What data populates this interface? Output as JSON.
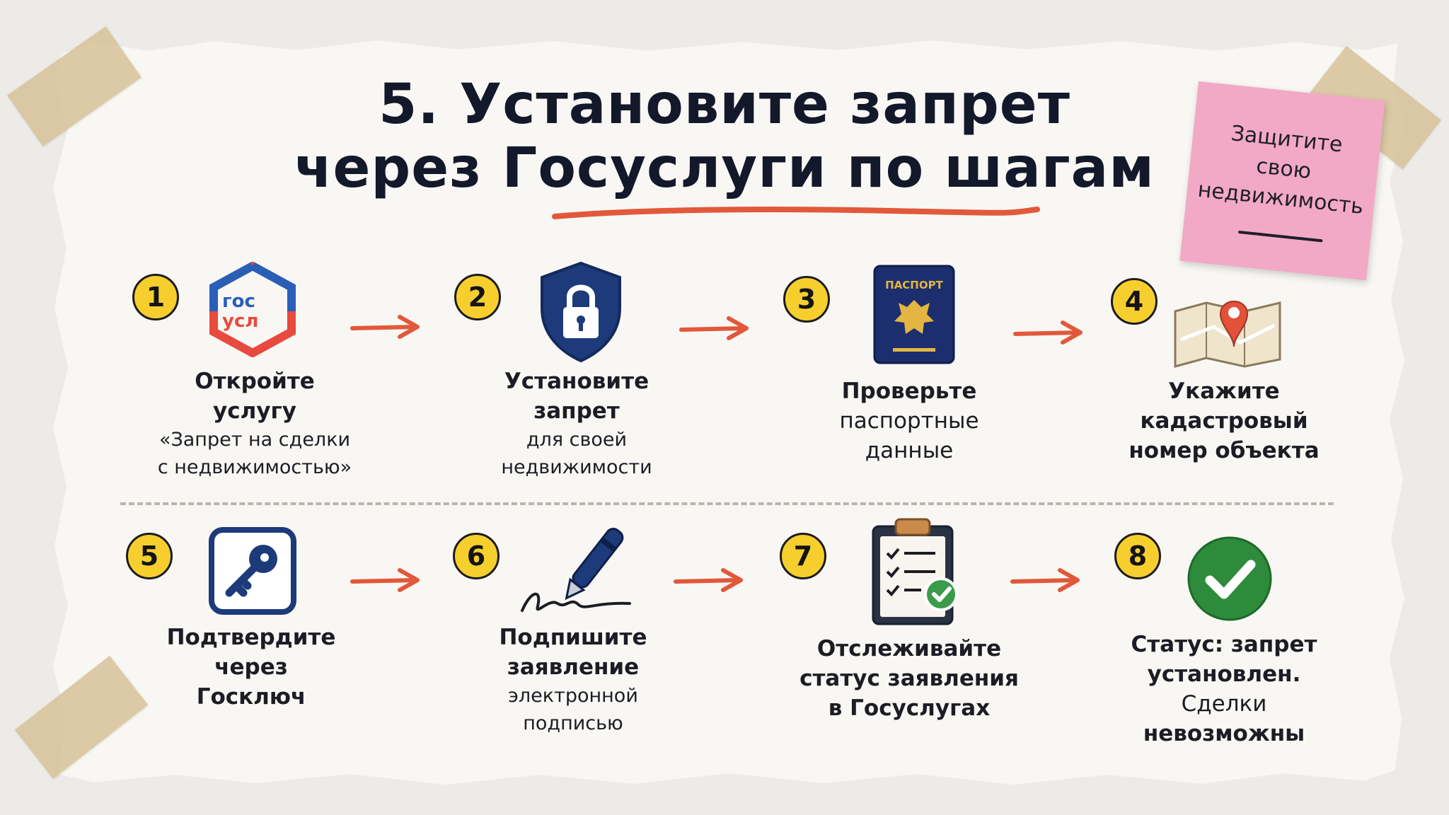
{
  "title": {
    "line1": "5. Установите запрет",
    "line2": "через Госуслуги по шагам"
  },
  "sticky_note": {
    "line1": "Защитите",
    "line2": "свою",
    "line3": "недвижимость"
  },
  "steps": [
    {
      "number": "1",
      "icon": "gosuslugi-logo",
      "logo_text": [
        "гос",
        "усл"
      ],
      "bold": [
        "Откройте",
        "услугу"
      ],
      "regular": [
        "«Запрет на сделки",
        "с недвижимостью»"
      ]
    },
    {
      "number": "2",
      "icon": "shield-lock-icon",
      "bold": [
        "Установите",
        "запрет"
      ],
      "regular": [
        "для своей",
        "недвижимости"
      ]
    },
    {
      "number": "3",
      "icon": "passport-icon",
      "passport_text": "ПАСПОРТ",
      "bold": [
        "Проверьте",
        "паспортные",
        "данные"
      ],
      "regular": []
    },
    {
      "number": "4",
      "icon": "map-pin-icon",
      "bold": [
        "Укажите",
        "кадастровый",
        "номер объекта"
      ],
      "regular": []
    },
    {
      "number": "5",
      "icon": "key-icon",
      "bold": [
        "Подтвердите",
        "через",
        "Госключ"
      ],
      "regular": []
    },
    {
      "number": "6",
      "icon": "pen-signature-icon",
      "bold": [
        "Подпишите",
        "заявление"
      ],
      "regular": [
        "электронной",
        "подписью"
      ]
    },
    {
      "number": "7",
      "icon": "clipboard-check-icon",
      "bold": [
        "Отслеживайте",
        "статус заявления",
        "в Госуслугах"
      ],
      "regular": []
    },
    {
      "number": "8",
      "icon": "check-circle-icon",
      "bold": [
        "Статус: запрет",
        "установлен.",
        "Сделки",
        "невозможны"
      ],
      "regular": []
    }
  ],
  "colors": {
    "accent_red": "#e2583a",
    "badge_yellow": "#f6cf2f",
    "navy": "#1d3a7a",
    "sticky_pink": "#f2a9c6",
    "check_green": "#2e8b3c"
  }
}
